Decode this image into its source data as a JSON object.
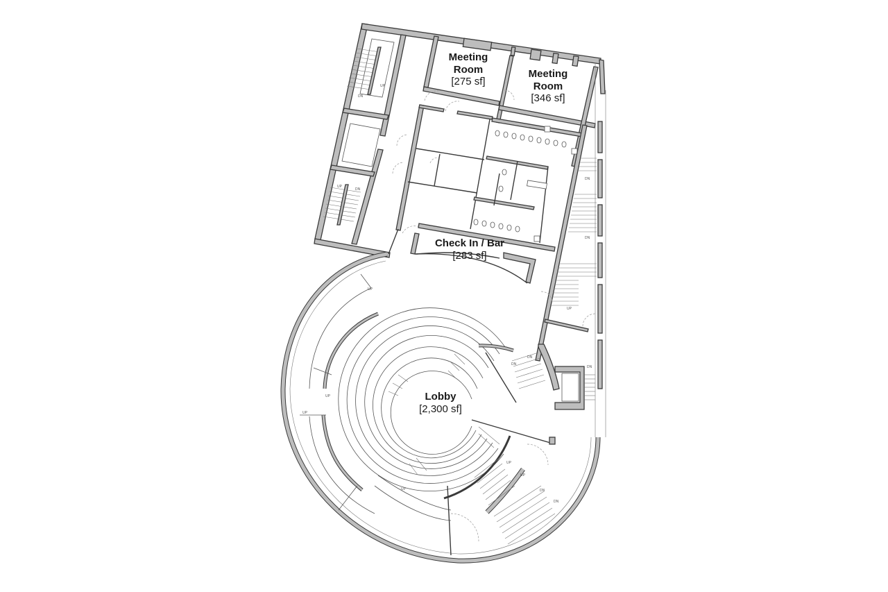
{
  "plan": {
    "rooms": [
      {
        "id": "meeting-room-1",
        "name_line1": "Meeting",
        "name_line2": "Room",
        "area": "[275 sf]"
      },
      {
        "id": "meeting-room-2",
        "name_line1": "Meeting",
        "name_line2": "Room",
        "area": "[346 sf]"
      },
      {
        "id": "check-in-bar",
        "name": "Check In / Bar",
        "area": "[283 sf]"
      },
      {
        "id": "lobby",
        "name": "Lobby",
        "area": "[2,300 sf]"
      }
    ],
    "stair_labels": {
      "up": "UP",
      "dn": "DN"
    },
    "colors": {
      "wall_fill": "#bdbdbd",
      "line": "#3a3a3a",
      "background": "#ffffff"
    }
  }
}
